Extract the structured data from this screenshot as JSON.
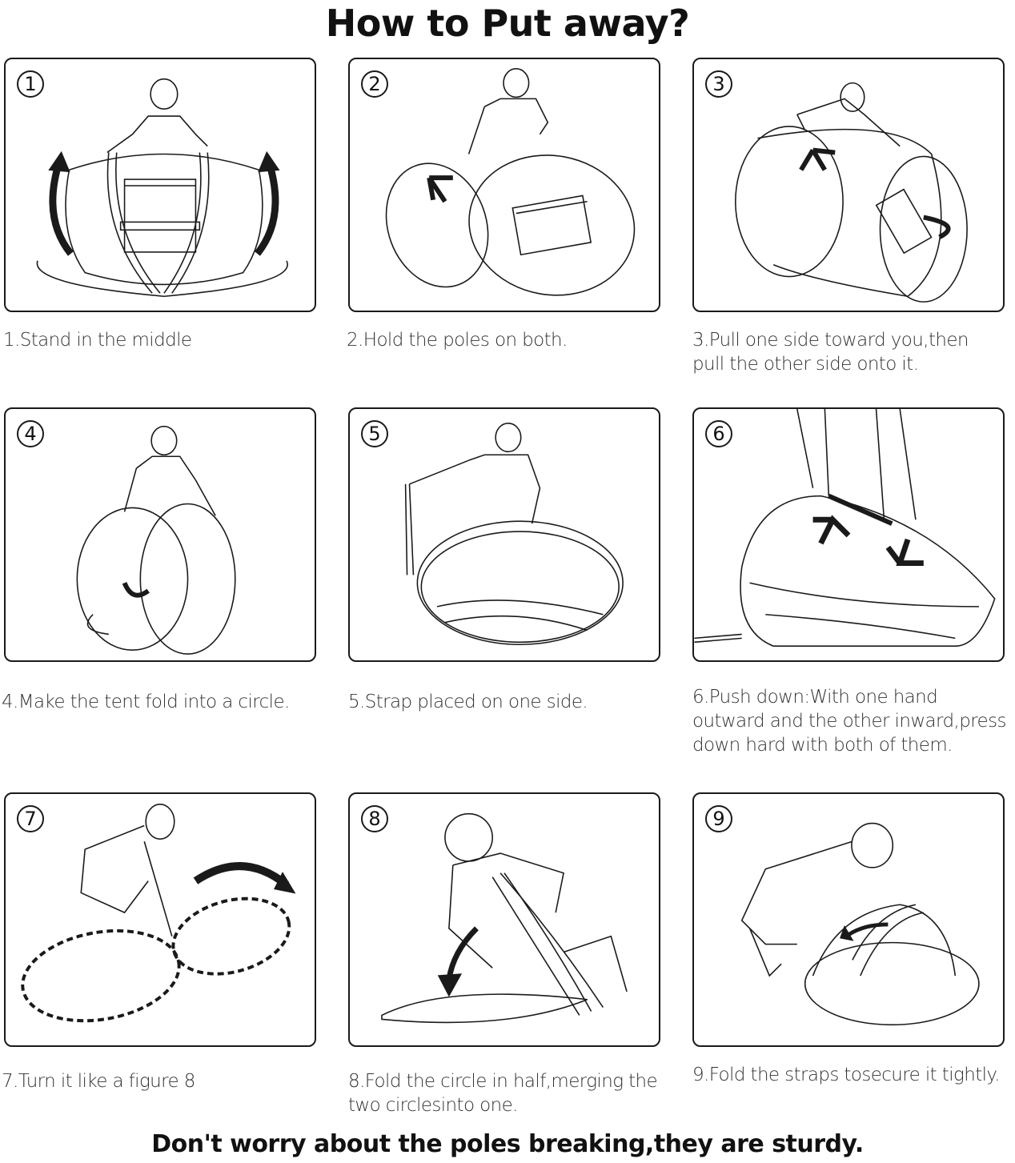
{
  "title": "How to Put away?",
  "steps": [
    {
      "number": "1",
      "caption_lines": [
        "1.Stand in the middle"
      ]
    },
    {
      "number": "2",
      "caption_lines": [
        "2.Hold the poles on both."
      ]
    },
    {
      "number": "3",
      "caption_lines": [
        "3.Pull one side toward you,then",
        "pull the other side onto it."
      ]
    },
    {
      "number": "4",
      "caption_lines": [
        "4.Make the tent fold into a circle."
      ]
    },
    {
      "number": "5",
      "caption_lines": [
        "5.Strap placed on one side."
      ]
    },
    {
      "number": "6",
      "caption_lines": [
        "6.Push down:With one hand",
        "outward and the other inward,press",
        "down hard with both of them."
      ]
    },
    {
      "number": "7",
      "caption_lines": [
        "7.Turn it like a figure 8"
      ]
    },
    {
      "number": "8",
      "caption_lines": [
        "8.Fold the circle in half,merging the",
        "two circlesinto one."
      ]
    },
    {
      "number": "9",
      "caption_lines": [
        "9.Fold the straps tosecure it tightly."
      ]
    }
  ],
  "footer": "Don't worry about the poles breaking,they are sturdy.",
  "icons": {
    "arrow": "curved-arrow-icon",
    "step_badge": "circled-number"
  },
  "colors": {
    "line": "#1a1a1a",
    "background": "#ffffff",
    "caption_text": "#333333"
  }
}
